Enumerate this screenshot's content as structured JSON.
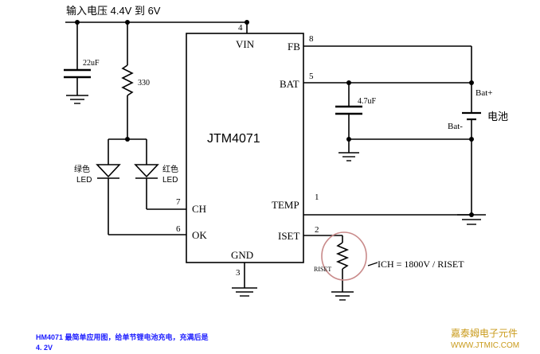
{
  "diagram": {
    "input_label": "输入电压  4.4V  到 6V",
    "ic_name": "JTM4071",
    "pins": {
      "vin": {
        "name": "VIN",
        "num": "4"
      },
      "fb": {
        "name": "FB",
        "num": "8"
      },
      "bat": {
        "name": "BAT",
        "num": "5"
      },
      "temp": {
        "name": "TEMP",
        "num": "1"
      },
      "iset": {
        "name": "ISET",
        "num": "2"
      },
      "gnd": {
        "name": "GND",
        "num": "3"
      },
      "ch": {
        "name": "CH",
        "num": "7"
      },
      "ok": {
        "name": "OK",
        "num": "6"
      }
    },
    "components": {
      "cap_in": "22uF",
      "resistor": "330",
      "led_green_1": "绿色",
      "led_green_2": "LED",
      "led_red_1": "红色",
      "led_red_2": "LED",
      "cap_out": "4.7uF",
      "bat_plus": "Bat+",
      "bat_minus": "Bat-",
      "battery": "电池",
      "riset": "RISET",
      "formula": "ICH = 1800V / RISET"
    },
    "caption_line1": "HM4071 最简单应用图，给单节锂电池充电，充满后是",
    "caption_line2": "4. 2V",
    "brand_name": "嘉泰姆电子元件",
    "brand_url": "WWW.JTMIC.COM"
  },
  "colors": {
    "wire": "#000000",
    "caption": "#1a1aff",
    "brand": "#c99a1a",
    "ellipse": "#c98a8a"
  }
}
